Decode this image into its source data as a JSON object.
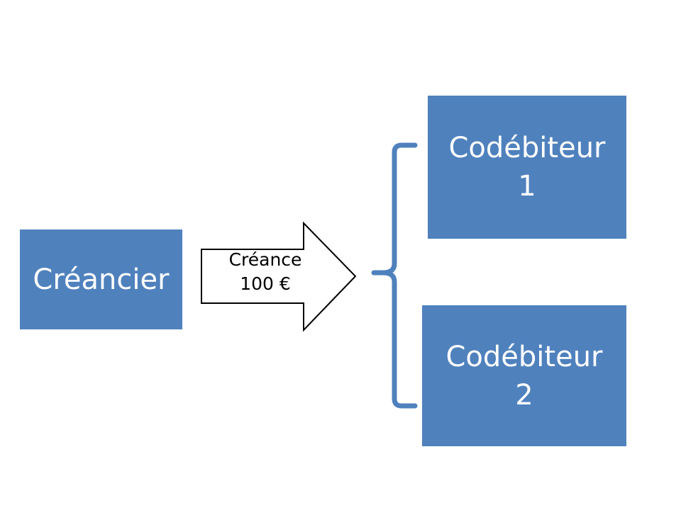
{
  "colors": {
    "box_fill": "#4F81BD",
    "box_text": "#FFFFFF",
    "brace": "#4F81BD",
    "arrow_stroke": "#000000",
    "arrow_fill": "#FFFFFF"
  },
  "diagram": {
    "creditor": {
      "label": "Créancier"
    },
    "claim_arrow": {
      "line1": "Créance",
      "line2": "100 €"
    },
    "codebtors": [
      {
        "label": "Codébiteur",
        "number": "1"
      },
      {
        "label": "Codébiteur",
        "number": "2"
      }
    ]
  }
}
